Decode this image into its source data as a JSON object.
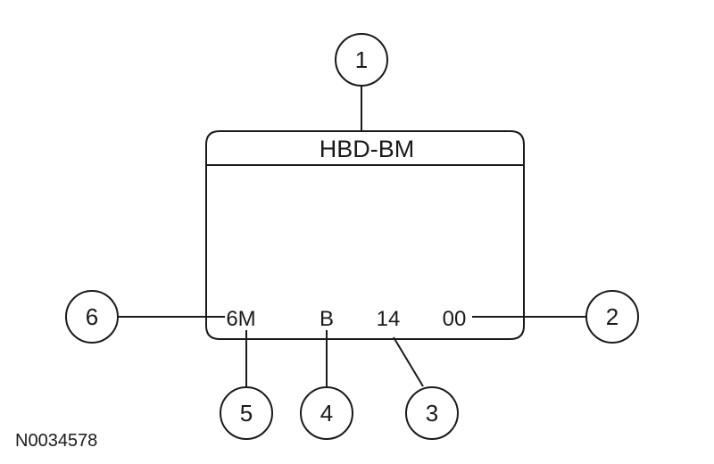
{
  "label": {
    "title": "HBD-BM",
    "codes": {
      "prefix": "6M",
      "letter": "B",
      "number": "14",
      "suffix": "00"
    }
  },
  "callouts": {
    "c1": "1",
    "c2": "2",
    "c3": "3",
    "c4": "4",
    "c5": "5",
    "c6": "6"
  },
  "figure_id": "N0034578",
  "colors": {
    "line": "#1a1a1a",
    "background": "#ffffff"
  }
}
